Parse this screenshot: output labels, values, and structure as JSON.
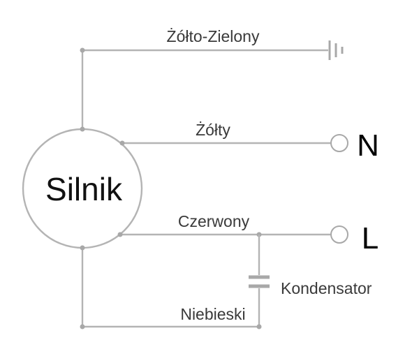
{
  "motor": {
    "label": "Silnik"
  },
  "wires": {
    "ground": "Żółto-Zielony",
    "neutral": "Żółty",
    "live": "Czerwony",
    "capacitor_lead": "Niebieski"
  },
  "capacitor": {
    "label": "Kondensator"
  },
  "terminals": {
    "neutral": "N",
    "live": "L"
  },
  "colors": {
    "line": "#b4b4b4",
    "text": "#3a3a3a"
  }
}
